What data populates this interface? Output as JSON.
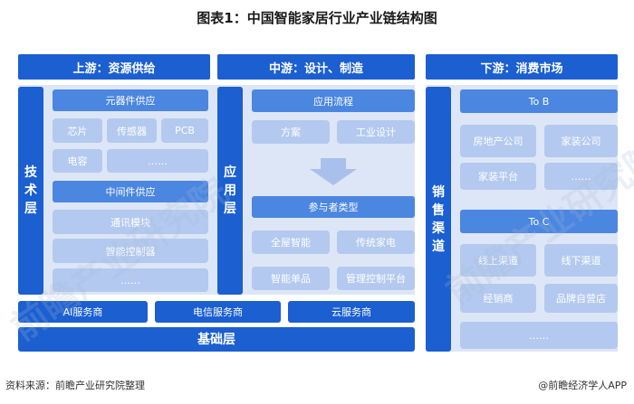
{
  "title": "图表1：中国智能家居行业产业链结构图",
  "columns": {
    "upstream": {
      "header": "上游：资源供给",
      "side": "技术层",
      "component_supply": "元器件供应",
      "components": [
        "芯片",
        "传感器",
        "PCB",
        "电容",
        "……"
      ],
      "middleware_supply": "中间件供应",
      "middleware": [
        "通讯模块",
        "智能控制器",
        "……"
      ]
    },
    "midstream": {
      "header": "中游：设计、制造",
      "side": "应用层",
      "process": "应用流程",
      "process_items": [
        "方案",
        "工业设计"
      ],
      "participant_type": "参与者类型",
      "participants": [
        "全屋智能",
        "传统家电",
        "智能单品",
        "管理控制平台"
      ]
    },
    "downstream": {
      "header": "下游：消费市场",
      "side": "销售渠道",
      "tob": "To B",
      "tob_items": [
        "房地产公司",
        "家装公司",
        "家装平台",
        "……"
      ],
      "toc": "To C",
      "toc_items": [
        "线上渠道",
        "线下渠道",
        "经销商",
        "品牌自营店",
        "……"
      ]
    }
  },
  "base": {
    "items": [
      "AI服务商",
      "电信服务商",
      "云服务商"
    ],
    "label": "基础层"
  },
  "footer": {
    "source": "资料来源：前瞻产业研究院整理",
    "brand": "@前瞻经济学人APP"
  },
  "watermark": "前瞻产业研究院"
}
